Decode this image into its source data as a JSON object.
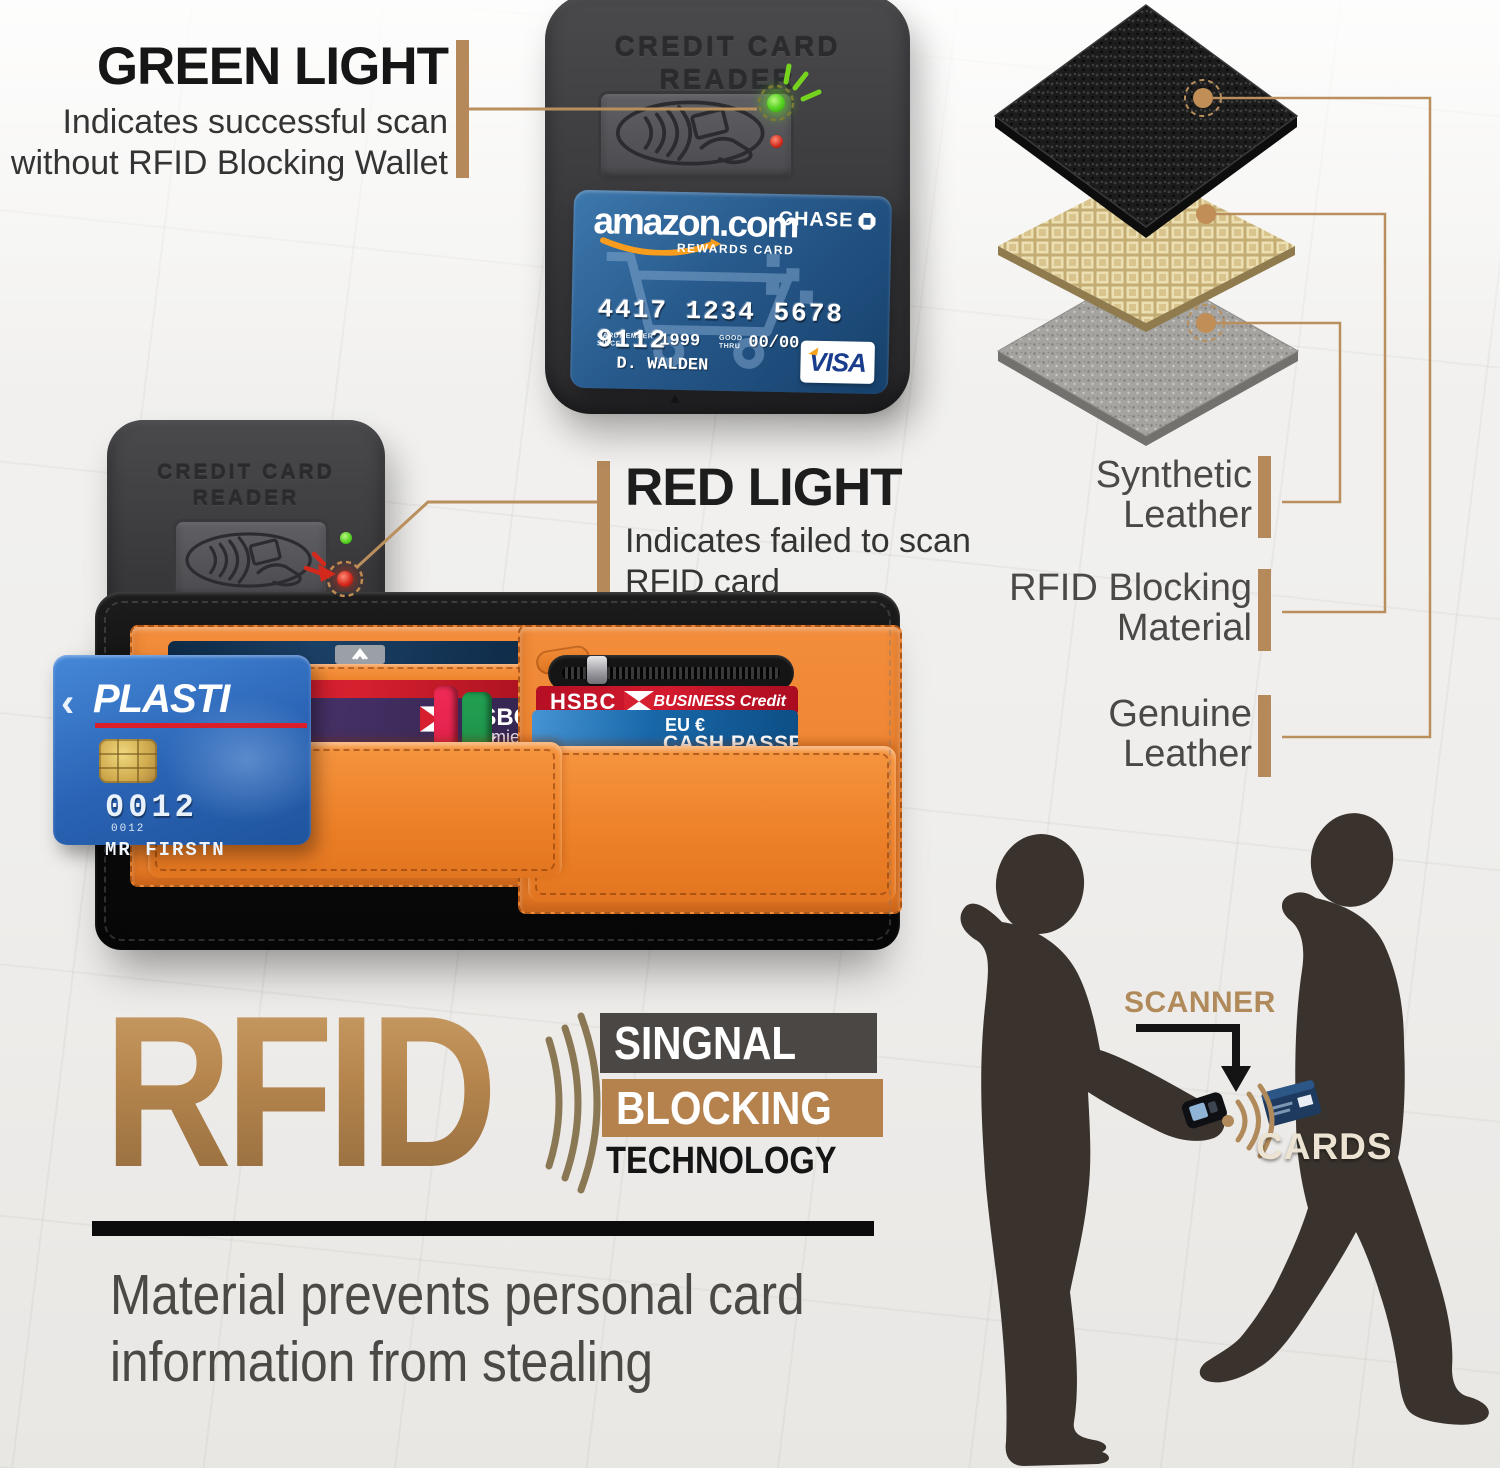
{
  "colors": {
    "accent_gold": "#b5895a",
    "banner_dark": "#4b4744",
    "banner_gold": "#b5824e",
    "led_green": "#52d01e",
    "led_red": "#d52b1e",
    "wallet_orange": "#ef8531",
    "silhouette": "#3a332d",
    "heading_text": "#1b1b1b",
    "body_text": "#4b4946"
  },
  "callouts": {
    "green": {
      "title": "GREEN LIGHT",
      "line1": "Indicates successful scan",
      "line2": "without RFID Blocking Wallet"
    },
    "red": {
      "title": "RED LIGHT",
      "line1": "Indicates failed to scan",
      "line2": "RFID card"
    }
  },
  "reader": {
    "line1": "CREDIT CARD",
    "line2": "READER"
  },
  "amazon_card": {
    "brand": "amazon.com",
    "subtitle": "REWARDS CARD",
    "bank": "CHASE",
    "number": "4417 1234 5678 9112",
    "member_label1": "CARDMEMBER",
    "member_label2": "SINCE",
    "member_since": "1999",
    "good_label1": "GOOD",
    "good_label2": "THRU",
    "good_thru": "00/00",
    "holder": "D. WALDEN",
    "network": "VISA"
  },
  "materials": {
    "synthetic": {
      "line1": "Synthetic",
      "line2": "Leather"
    },
    "rfid_blocking": {
      "line1": "RFID Blocking",
      "line2": "Material"
    },
    "genuine": {
      "line1": "Genuine",
      "line2": "Leather"
    }
  },
  "wallet": {
    "plasti": {
      "brand": "PLASTI",
      "number": "0012",
      "number_small": "0012",
      "holder": "MR FIRSTN"
    },
    "premier": {
      "bank": "HSBC UK",
      "tier": "Premier"
    },
    "business": {
      "bank": "HSBC",
      "label": "BUSINESS Credit"
    },
    "passport": {
      "line1": "EU €",
      "line2": "CASH PASSPORT™"
    }
  },
  "branding": {
    "big_text": "RFID",
    "banner1": "SINGNAL",
    "banner2": "BLOCKING",
    "banner3": "TECHNOLOGY"
  },
  "caption": {
    "line1": "Material prevents personal card",
    "line2": "information from stealing"
  },
  "scene": {
    "scanner_label": "SCANNER",
    "cards_label": "CARDS"
  },
  "icons": {
    "chevron_left": "‹",
    "eject": "▲"
  }
}
